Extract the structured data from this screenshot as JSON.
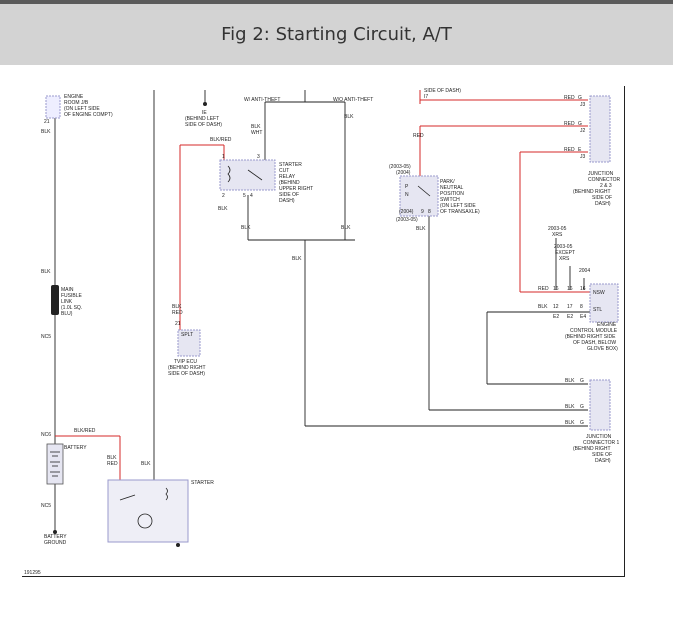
{
  "header": {
    "title": "Fig 2: Starting Circuit, A/T"
  },
  "colors": {
    "header_bg": "#d3d3d3",
    "wire_red": "#d62828",
    "wire_black": "#222222",
    "component_fill": "#e6e6f2",
    "component_border": "#9a9acc"
  },
  "diagram": {
    "engine_room_jb": [
      "ENGINE",
      "ROOM J/B",
      "(ON LEFT SIDE",
      "OF ENGINE COMPT)"
    ],
    "pin_21": "21",
    "blk": "BLK",
    "blk_red": "BLK/RED",
    "red": "RED",
    "wht": "WHT",
    "behind_left_dash": [
      "IE",
      "(BEHIND LEFT",
      "SIDE OF DASH)"
    ],
    "w_anti_theft": "W/ ANTI-THEFT",
    "wo_anti_theft": "W/O ANTI-THEFT",
    "top_right_partial": [
      "SIDE OF DASH)",
      "I7"
    ],
    "starter_relay": [
      "STARTER",
      "CUT",
      "RELAY",
      "(BEHIND",
      "UPPER RIGHT",
      "SIDE OF",
      "DASH)"
    ],
    "relay_pins": [
      "1",
      "3",
      "2",
      "4",
      "5"
    ],
    "pnp_years_top": [
      "(2003-05)",
      "(2004)"
    ],
    "pnp_switch": [
      "PARK/",
      "NEUTRAL",
      "POSITION",
      "SWITCH",
      "(ON LEFT SIDE",
      "OF TRANSAXLE)"
    ],
    "pnp_pins": [
      "P",
      "N",
      "(2004)",
      "(2003-05)",
      "9",
      "8"
    ],
    "junction_connector_top": [
      "JUNCTION",
      "CONNECTOR",
      "2 & 3",
      "(BEHIND RIGHT",
      "SIDE OF",
      "DASH)"
    ],
    "jc_top_pins": [
      "J3",
      "J2",
      "J3"
    ],
    "jc_top_letters": [
      "G",
      "G",
      "E"
    ],
    "main_fusible_link": [
      "MAIN",
      "FUSIBLE",
      "LINK",
      "(1.0L SQ.",
      "BLU)"
    ],
    "ncs": "NC5",
    "ncs2": "NC6",
    "ncs3": "NC5",
    "tvip_ecu": [
      "TVIP ECU",
      "(BEHIND RIGHT",
      "SIDE OF DASH)"
    ],
    "tvip_pins": [
      "21",
      "SPLT"
    ],
    "ecm_years": [
      "2003-05",
      "XRS",
      "2003-05",
      "EXCEPT",
      "XRS",
      "2004"
    ],
    "ecm_pins_red": [
      "16",
      "16",
      "16"
    ],
    "ecm_pins_blk": [
      "12",
      "17",
      "8"
    ],
    "ecm_pins_e": [
      "E2",
      "E2",
      "E4"
    ],
    "ecm_labels": [
      "NSW",
      "STL"
    ],
    "ecm": [
      "ENGINE",
      "CONTROL MODULE",
      "(BEHIND RIGHT SIDE",
      "OF DASH, BELOW",
      "GLOVE BOX)"
    ],
    "jc_bottom": [
      "JUNCTION",
      "CONNECTOR 1",
      "(BEHIND RIGHT",
      "SIDE OF",
      "DASH)"
    ],
    "jc_bottom_pins": [
      "G",
      "G",
      "G"
    ],
    "battery": "BATTERY",
    "battery_ground": [
      "BATTERY",
      "GROUND"
    ],
    "starter": "STARTER",
    "figure_id": "191295"
  }
}
